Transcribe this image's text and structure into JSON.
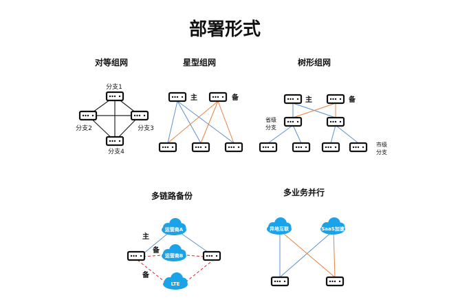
{
  "title": "部署形式",
  "sections": {
    "peer": {
      "title": "对等组网",
      "branch1": "分支1",
      "branch2": "分支2",
      "branch3": "分支3",
      "branch4": "分支4"
    },
    "star": {
      "title": "星型组网",
      "primary": "主",
      "backup": "备"
    },
    "tree": {
      "title": "树形组网",
      "primary": "主",
      "backup": "备",
      "province_l1": "省级",
      "province_l2": "分支",
      "city_l1": "市级",
      "city_l2": "分支"
    },
    "multilink": {
      "title": "多链路备份",
      "primary": "主",
      "backup1": "备",
      "backup2": "备",
      "cloud_a": "运营商A",
      "cloud_b": "运营商B",
      "cloud_lte": "LTE"
    },
    "multibiz": {
      "title": "多业务并行",
      "cloud_left": "异地互联",
      "cloud_right": "SaaS加速"
    }
  },
  "colors": {
    "blue_link": "#5b8fd0",
    "orange_link": "#e8813a",
    "black_link": "#222222",
    "red_dashed": "#e02020",
    "cloud": "#1aa3e8",
    "device_border": "#111111"
  },
  "icons": {
    "device": "router-device-icon",
    "cloud": "cloud-icon"
  }
}
